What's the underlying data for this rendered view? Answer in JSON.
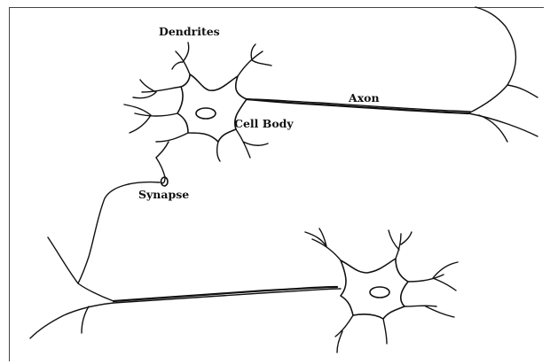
{
  "labels": {
    "dendrites": "Dendrites",
    "cell_body": "Cell Body",
    "axon": "Axon",
    "synapse": "Synapse"
  },
  "colors": {
    "line": "#111111",
    "background": "#ffffff"
  }
}
